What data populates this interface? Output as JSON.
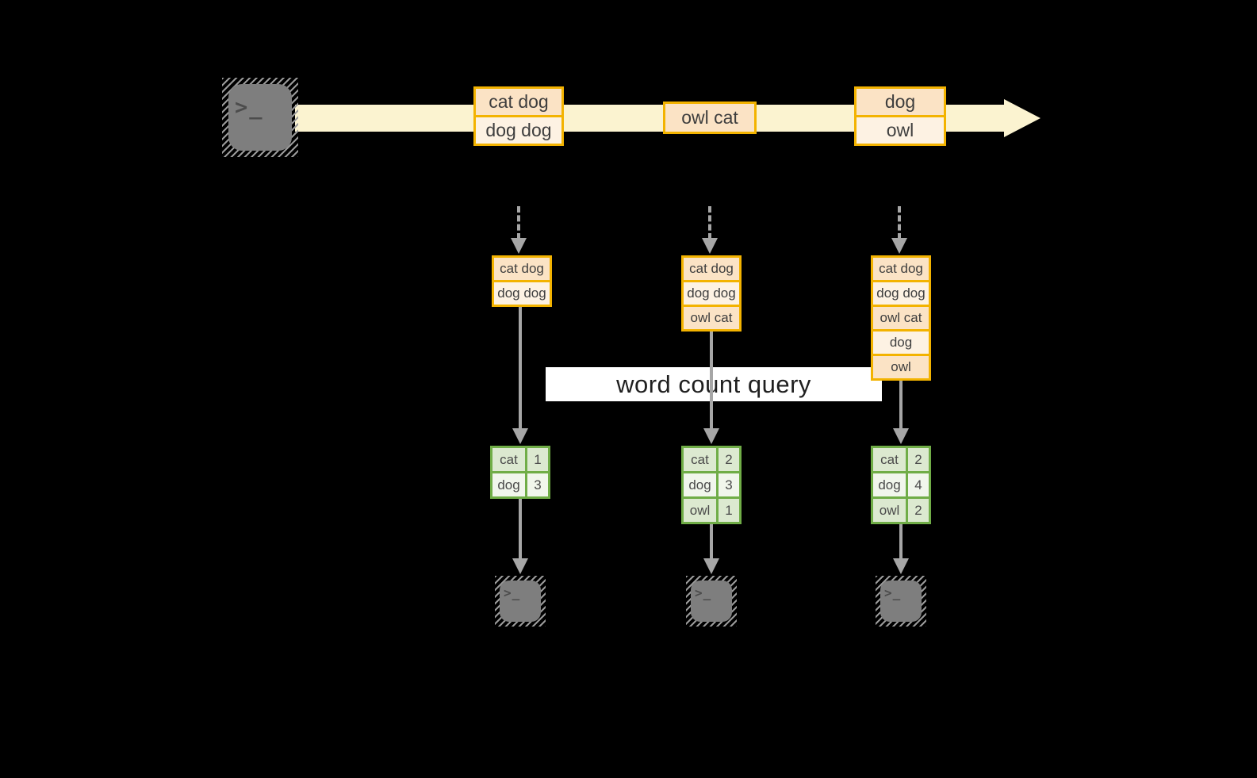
{
  "diagram": {
    "query_banner": "word count query",
    "terminal_glyph": ">_",
    "events": [
      {
        "rows": [
          "cat dog",
          "dog dog"
        ]
      },
      {
        "rows": [
          "owl cat"
        ]
      },
      {
        "rows": [
          "dog",
          "owl"
        ]
      }
    ],
    "state_stores": [
      {
        "rows": [
          "cat dog",
          "dog dog"
        ]
      },
      {
        "rows": [
          "cat dog",
          "dog dog",
          "owl cat"
        ]
      },
      {
        "rows": [
          "cat dog",
          "dog dog",
          "owl cat",
          "dog",
          "owl"
        ]
      }
    ],
    "count_tables": [
      {
        "rows": [
          {
            "word": "cat",
            "count": "1"
          },
          {
            "word": "dog",
            "count": "3"
          }
        ]
      },
      {
        "rows": [
          {
            "word": "cat",
            "count": "2"
          },
          {
            "word": "dog",
            "count": "3"
          },
          {
            "word": "owl",
            "count": "1"
          }
        ]
      },
      {
        "rows": [
          {
            "word": "cat",
            "count": "2"
          },
          {
            "word": "dog",
            "count": "4"
          },
          {
            "word": "owl",
            "count": "2"
          }
        ]
      }
    ],
    "colors": {
      "background": "#000000",
      "accent_orange": "#f3b300",
      "record_peach": "#fbe3c5",
      "record_cream": "#fdf2e3",
      "stream_band": "#fbf3d0",
      "table_green": "#70ad47",
      "table_green_tint": "#dce9d0",
      "table_green_light": "#f1f6ec",
      "arrow_gray": "#a6a6a6",
      "terminal_gray": "#7e7e7e"
    }
  }
}
